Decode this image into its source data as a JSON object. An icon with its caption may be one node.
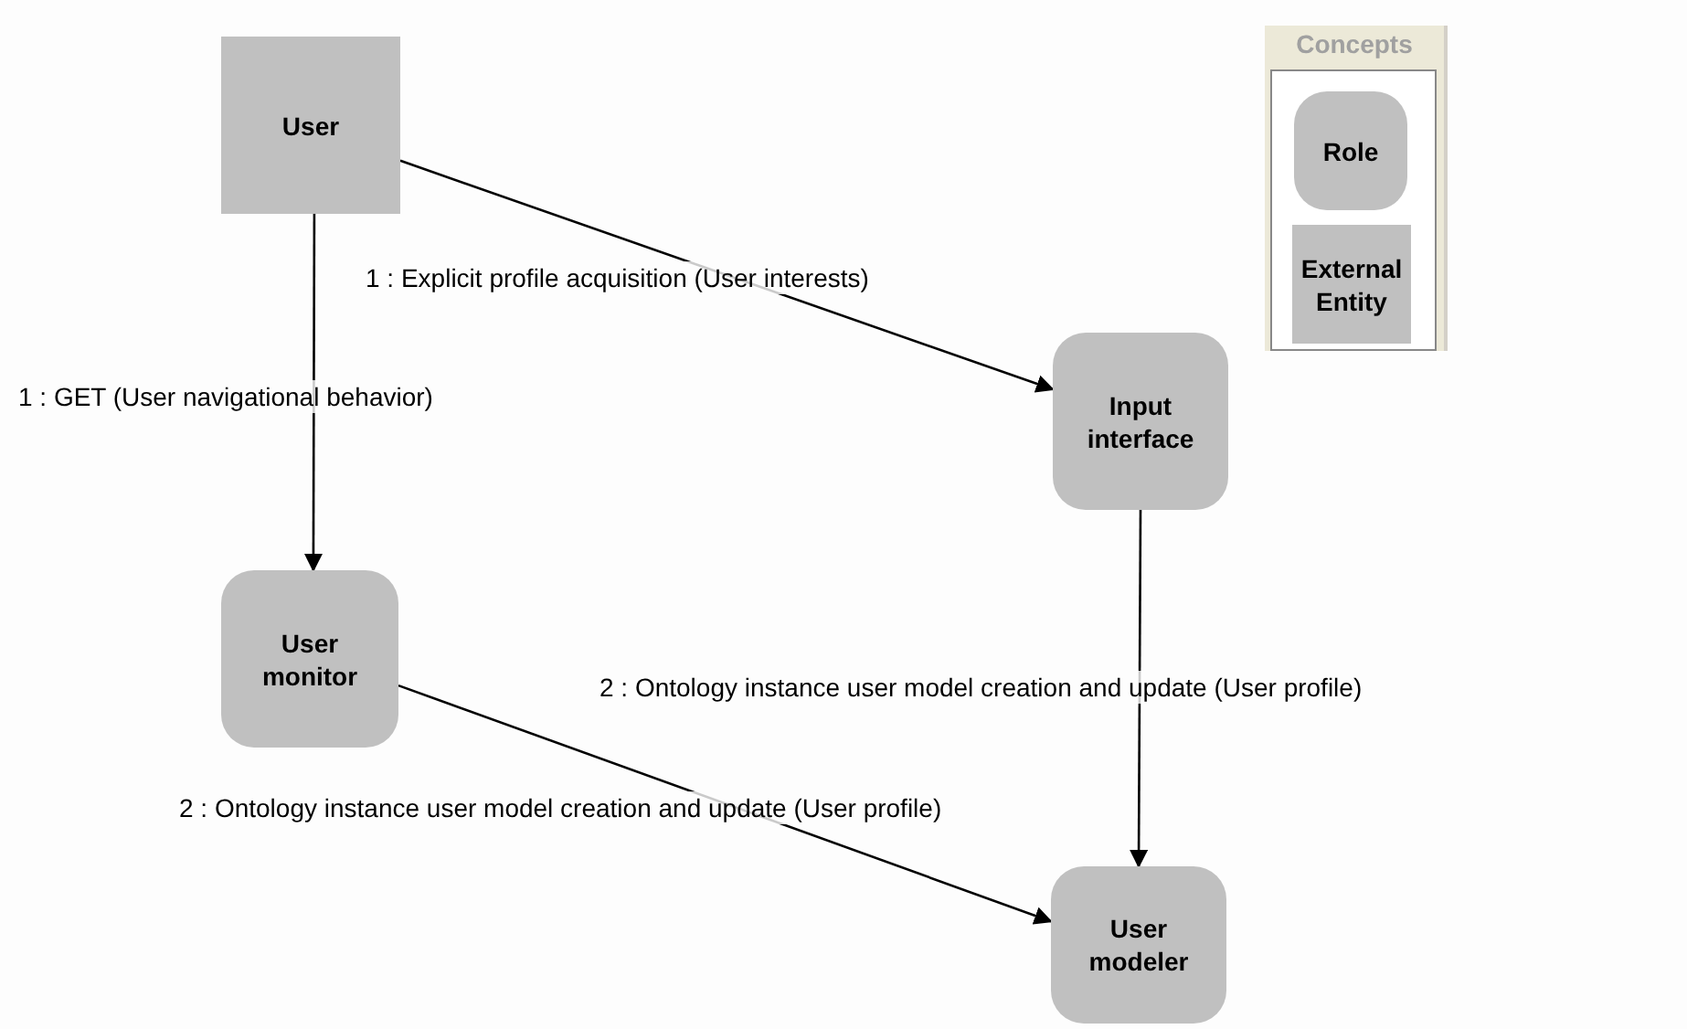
{
  "diagram": {
    "nodes": [
      {
        "text": [
          "User"
        ]
      },
      {
        "text": [
          "Input interface"
        ]
      },
      {
        "text": [
          "User monitor"
        ]
      },
      {
        "text": [
          "User modeler"
        ]
      },
      {
        "text": [
          "Concepts"
        ]
      },
      {
        "text": [
          "Role"
        ],
        "in": 4
      },
      {
        "text": [
          "External Entity"
        ],
        "in": 4
      }
    ],
    "edges": [
      {
        "from": 0,
        "to": 1,
        "arrow": "to",
        "label": "1 : Explicit profile acquisition (User interests)"
      },
      {
        "from": 0,
        "to": 2,
        "arrow": "to",
        "label": "1 : GET (User navigational behavior)"
      },
      {
        "from": 1,
        "to": 3,
        "arrow": "to",
        "label": "2 : Ontology instance user model creation and update (User profile)"
      },
      {
        "from": 2,
        "to": 3,
        "arrow": "to",
        "label": "2 : Ontology instance user model creation and update (User profile)"
      }
    ]
  }
}
